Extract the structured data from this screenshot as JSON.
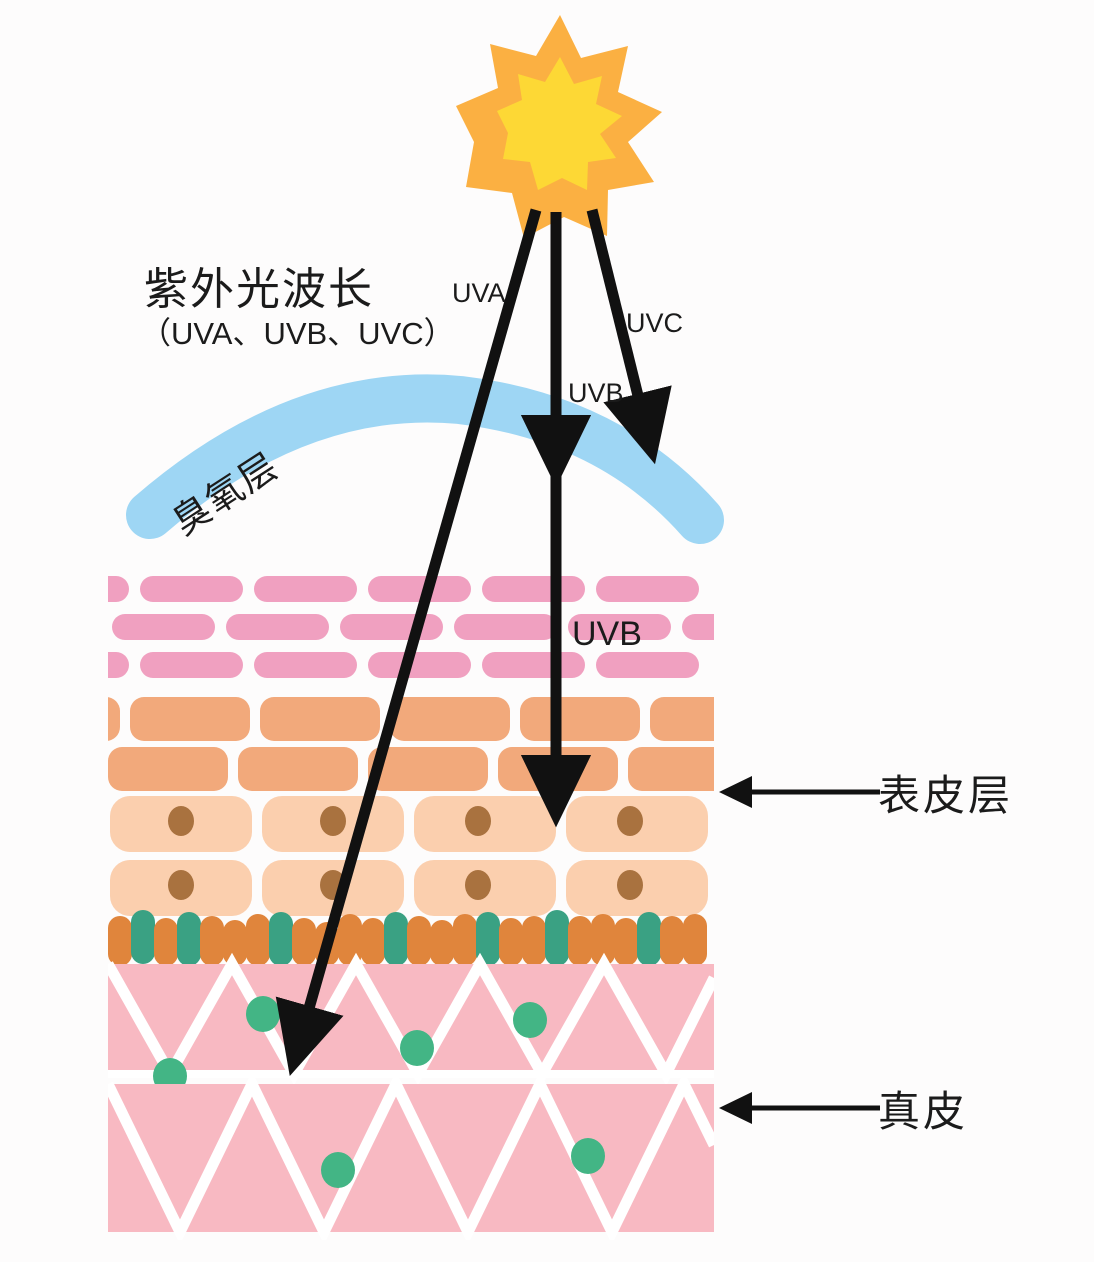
{
  "diagram": {
    "title_cn": "紫外光波长",
    "title_sub": "（UVA、UVB、UVC）",
    "ozone_label": "臭氧层",
    "rays": [
      {
        "id": "uva",
        "label": "UVA",
        "penetration": "dermis"
      },
      {
        "id": "uvb",
        "label": "UVB",
        "penetration": "epidermis-basal"
      },
      {
        "id": "uvc",
        "label": "UVC",
        "penetration": "blocked-by-ozone"
      },
      {
        "id": "uvb_deep",
        "label": "UVB",
        "penetration": "epidermis"
      }
    ],
    "side_labels": [
      {
        "id": "epidermis",
        "text": "表皮层"
      },
      {
        "id": "dermis",
        "text": "真皮"
      }
    ]
  },
  "colors": {
    "background": "#fdfcfc",
    "sun_outer": "#fbb042",
    "sun_inner": "#fdd835",
    "ozone": "#9ed6f4",
    "stratum_corneum": "#f0a0c0",
    "granular": "#f2a97b",
    "spinous": "#fbcfae",
    "nucleus": "#a9723f",
    "basal_orange": "#e0853c",
    "basal_teal": "#3aa183",
    "dermis": "#f8b9c2",
    "dermis_cell": "#43b585",
    "ink": "#111111",
    "text": "#1b1b1b"
  },
  "chart_data": {
    "type": "diagram",
    "title": "紫外光波长（UVA、UVB、UVC）穿透皮肤示意图",
    "layers": [
      {
        "name": "臭氧层",
        "role": "ozone",
        "color": "#9ed6f4"
      },
      {
        "name": "表皮层",
        "role": "epidermis",
        "color": "#f0a0c0"
      },
      {
        "name": "真皮",
        "role": "dermis",
        "color": "#f8b9c2"
      }
    ],
    "rays_depth": [
      {
        "ray": "UVA",
        "reaches": "真皮"
      },
      {
        "ray": "UVB",
        "reaches": "表皮层"
      },
      {
        "ray": "UVC",
        "reaches": "臭氧层"
      }
    ]
  }
}
